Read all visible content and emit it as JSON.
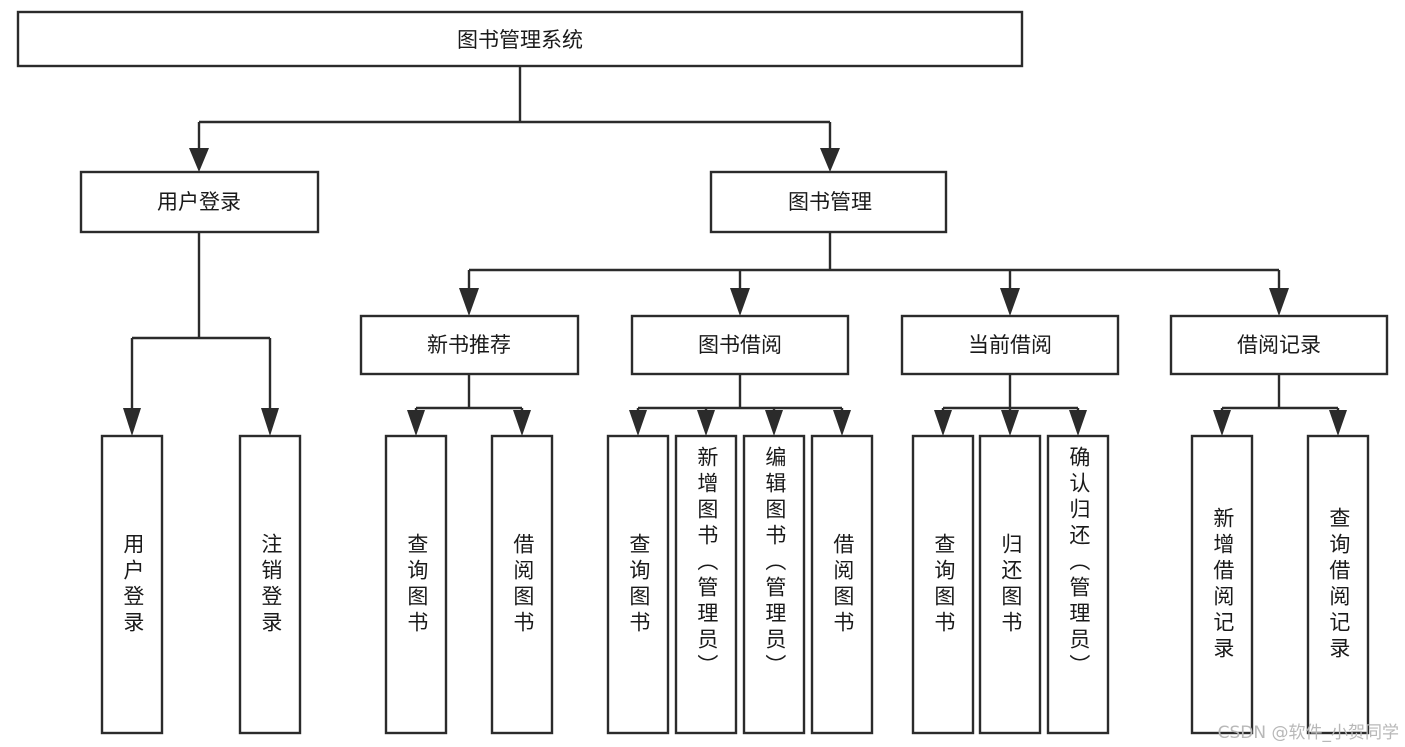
{
  "diagram": {
    "title": "图书管理系统",
    "watermark": "CSDN @软件_小贺同学",
    "root": {
      "label": "图书管理系统"
    },
    "level2": [
      {
        "label": "用户登录"
      },
      {
        "label": "图书管理"
      }
    ],
    "level3": [
      {
        "label": "新书推荐"
      },
      {
        "label": "图书借阅"
      },
      {
        "label": "当前借阅"
      },
      {
        "label": "借阅记录"
      }
    ],
    "leaves": [
      {
        "label": "用户登录"
      },
      {
        "label": "注销登录"
      },
      {
        "label": "查询图书"
      },
      {
        "label": "借阅图书"
      },
      {
        "label": "查询图书"
      },
      {
        "label": "新增图书（管理员）"
      },
      {
        "label": "编辑图书（管理员）"
      },
      {
        "label": "借阅图书"
      },
      {
        "label": "查询图书"
      },
      {
        "label": "归还图书"
      },
      {
        "label": "确认归还（管理员）"
      },
      {
        "label": "新增借阅记录"
      },
      {
        "label": "查询借阅记录"
      }
    ]
  },
  "chart_data": {
    "type": "diagram",
    "title": "图书管理系统",
    "structure": "tree",
    "nodes": [
      {
        "id": "root",
        "label": "图书管理系统",
        "level": 1,
        "parent": null
      },
      {
        "id": "n2a",
        "label": "用户登录",
        "level": 2,
        "parent": "root"
      },
      {
        "id": "n2b",
        "label": "图书管理",
        "level": 2,
        "parent": "root"
      },
      {
        "id": "n3a",
        "label": "新书推荐",
        "level": 3,
        "parent": "n2b"
      },
      {
        "id": "n3b",
        "label": "图书借阅",
        "level": 3,
        "parent": "n2b"
      },
      {
        "id": "n3c",
        "label": "当前借阅",
        "level": 3,
        "parent": "n2b"
      },
      {
        "id": "n3d",
        "label": "借阅记录",
        "level": 3,
        "parent": "n2b"
      },
      {
        "id": "l1",
        "label": "用户登录",
        "level": 4,
        "parent": "n2a"
      },
      {
        "id": "l2",
        "label": "注销登录",
        "level": 4,
        "parent": "n2a"
      },
      {
        "id": "l3",
        "label": "查询图书",
        "level": 4,
        "parent": "n3a"
      },
      {
        "id": "l4",
        "label": "借阅图书",
        "level": 4,
        "parent": "n3a"
      },
      {
        "id": "l5",
        "label": "查询图书",
        "level": 4,
        "parent": "n3b"
      },
      {
        "id": "l6",
        "label": "新增图书（管理员）",
        "level": 4,
        "parent": "n3b"
      },
      {
        "id": "l7",
        "label": "编辑图书（管理员）",
        "level": 4,
        "parent": "n3b"
      },
      {
        "id": "l8",
        "label": "借阅图书",
        "level": 4,
        "parent": "n3b"
      },
      {
        "id": "l9",
        "label": "查询图书",
        "level": 4,
        "parent": "n3c"
      },
      {
        "id": "l10",
        "label": "归还图书",
        "level": 4,
        "parent": "n3c"
      },
      {
        "id": "l11",
        "label": "确认归还（管理员）",
        "level": 4,
        "parent": "n3c"
      },
      {
        "id": "l12",
        "label": "新增借阅记录",
        "level": 4,
        "parent": "n3d"
      },
      {
        "id": "l13",
        "label": "查询借阅记录",
        "level": 4,
        "parent": "n3d"
      }
    ],
    "colors": {
      "stroke": "#2b2b2b",
      "fill": "#ffffff",
      "text": "#1a1a1a",
      "watermark": "#b8b8b8"
    }
  }
}
